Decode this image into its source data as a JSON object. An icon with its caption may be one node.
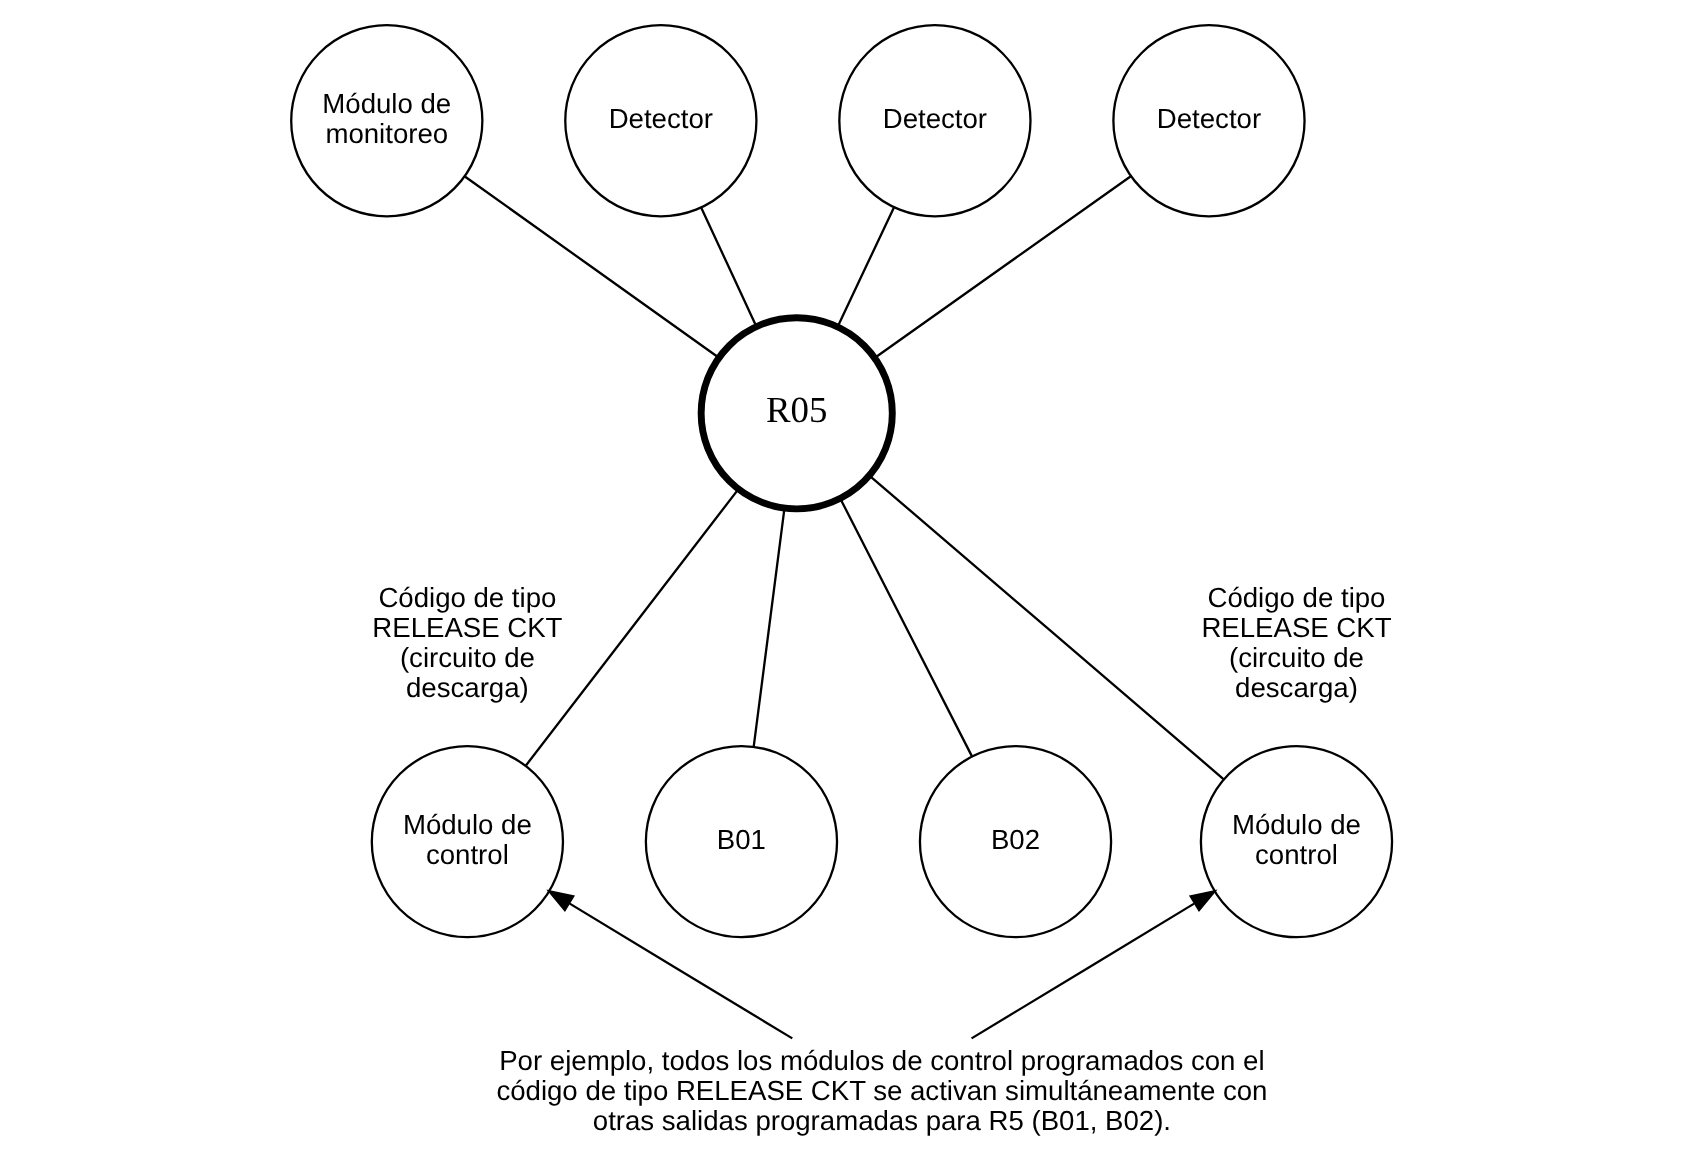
{
  "diagram": {
    "nodes": [
      {
        "text": [
          "Módulo de monitoreo"
        ]
      },
      {
        "text": [
          "Detector"
        ]
      },
      {
        "text": [
          "Detector"
        ]
      },
      {
        "text": [
          "Detector"
        ]
      },
      {
        "text": [
          "R05"
        ]
      },
      {
        "text": [
          "Módulo de control"
        ],
        "beside": [
          "Código de tipo RELEASE CKT (circuito de descarga)"
        ]
      },
      {
        "text": [
          "B01"
        ]
      },
      {
        "text": [
          "B02"
        ]
      },
      {
        "text": [
          "Módulo de control"
        ],
        "beside": [
          "Código de tipo RELEASE CKT (circuito de descarga)"
        ]
      },
      {
        "text": [
          "Por ejemplo, todos los módulos de control programados con el código de tipo RELEASE CKT se activan simultáneamente con otras salidas programadas para R5 (B01, B02)."
        ]
      }
    ],
    "edges": [
      {
        "from": 0,
        "to": 4,
        "arrow": "none"
      },
      {
        "from": 1,
        "to": 4,
        "arrow": "none"
      },
      {
        "from": 2,
        "to": 4,
        "arrow": "none"
      },
      {
        "from": 3,
        "to": 4,
        "arrow": "none"
      },
      {
        "from": 4,
        "to": 5,
        "arrow": "none"
      },
      {
        "from": 4,
        "to": 6,
        "arrow": "none"
      },
      {
        "from": 4,
        "to": 7,
        "arrow": "none"
      },
      {
        "from": 4,
        "to": 8,
        "arrow": "none"
      },
      {
        "from": 9,
        "to": 5,
        "arrow": "to"
      },
      {
        "from": 9,
        "to": 8,
        "arrow": "to"
      }
    ]
  }
}
